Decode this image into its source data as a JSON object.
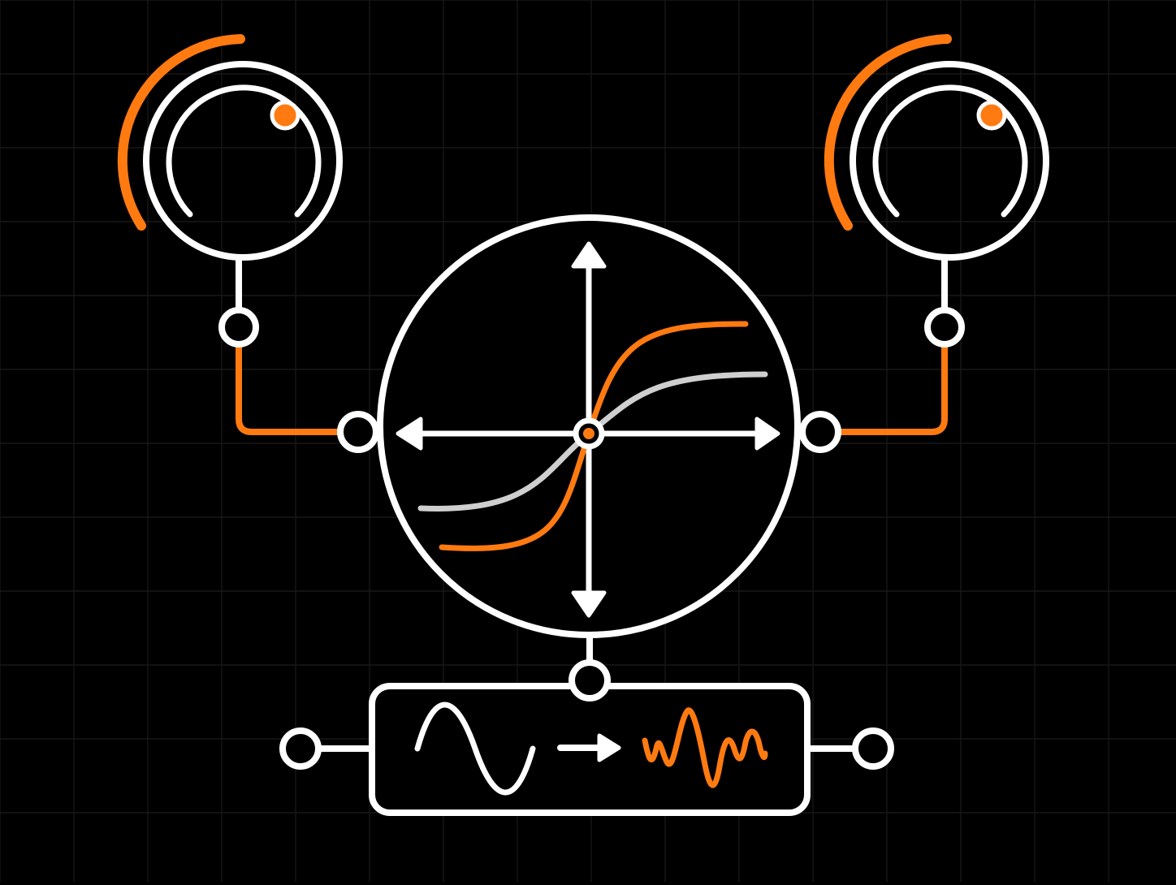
{
  "colors": {
    "background": "#000000",
    "grid": "#181818",
    "stroke": "#ffffff",
    "accent": "#ff7a10",
    "secondary_curve": "#cfcfcf"
  },
  "knobs": [
    {
      "name": "left-knob",
      "icon": "rotary-knob-icon",
      "level": 0.3
    },
    {
      "name": "right-knob",
      "icon": "rotary-knob-icon",
      "level": 0.3
    }
  ],
  "transfer_graph": {
    "icon": "sigmoid-transfer-curve-icon",
    "curves": [
      "hard-saturation",
      "soft-saturation"
    ]
  },
  "process_block": {
    "input_icon": "sine-wave-icon",
    "arrow_icon": "arrow-right-icon",
    "output_icon": "distorted-wave-icon"
  }
}
